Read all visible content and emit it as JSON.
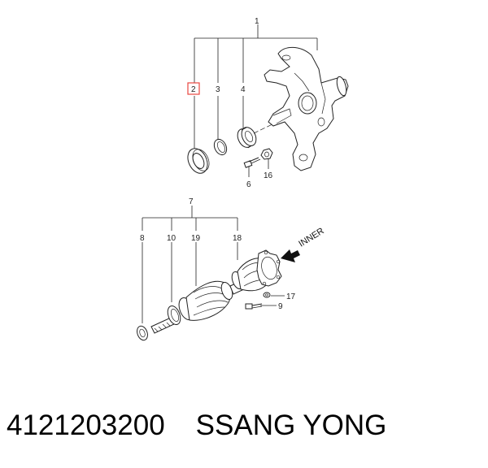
{
  "diagram": {
    "callouts": {
      "c1": "1",
      "c2": "2",
      "c3": "3",
      "c4": "4",
      "c6": "6",
      "c16": "16",
      "c7": "7",
      "c8": "8",
      "c10": "10",
      "c19": "19",
      "c18": "18",
      "c17": "17",
      "c9": "9"
    },
    "direction_label": "INNER",
    "highlight_color": "#e8473f"
  },
  "caption": {
    "part_number": "4121203200",
    "brand": "SSANG YONG"
  }
}
